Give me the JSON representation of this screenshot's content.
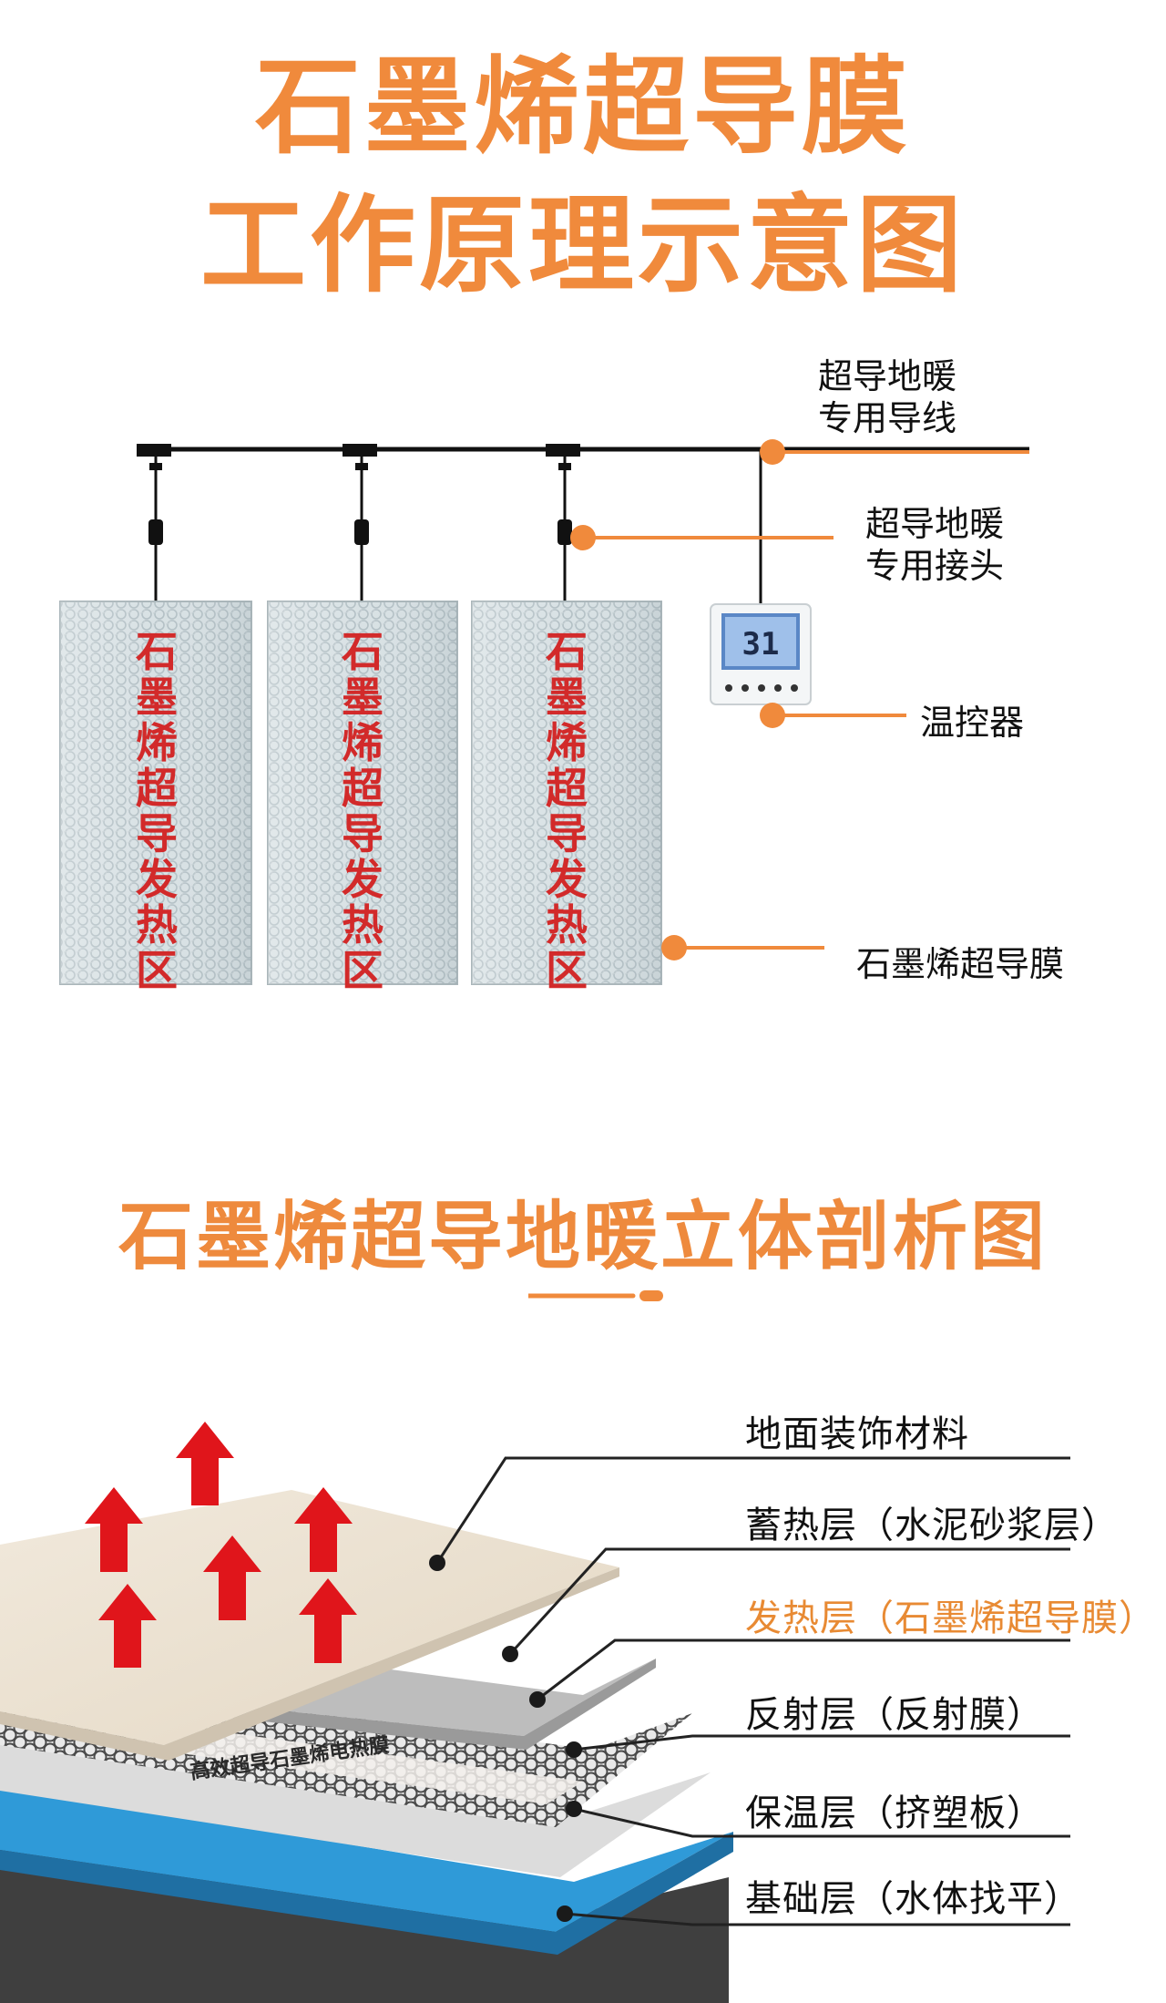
{
  "title": {
    "line1": "石墨烯超导膜",
    "line2": "工作原理示意图"
  },
  "principle": {
    "panels": [
      {
        "text": "石墨烯超导发热区"
      },
      {
        "text": "石墨烯超导发热区"
      },
      {
        "text": "石墨烯超导发热区"
      }
    ],
    "thermostat_display": "31",
    "labels": {
      "wire": [
        "超导地暖",
        "专用导线"
      ],
      "connector": [
        "超导地暖",
        "专用接头"
      ],
      "thermostat": "温控器",
      "film": "石墨烯超导膜"
    }
  },
  "section": {
    "title": "石墨烯超导地暖立体剖析图",
    "layers": [
      {
        "label": "地面装饰材料",
        "highlight": false
      },
      {
        "label": "蓄热层（水泥砂浆层）",
        "highlight": false
      },
      {
        "label": "发热层（石墨烯超导膜）",
        "highlight": true
      },
      {
        "label": "反射层（反射膜）",
        "highlight": false
      },
      {
        "label": "保温层（挤塑板）",
        "highlight": false
      },
      {
        "label": "基础层（水体找平）",
        "highlight": false
      }
    ],
    "film_print": "高效超导石墨烯电热膜"
  },
  "colors": {
    "accent": "#f08a3c",
    "panel_text": "#d22a2a",
    "arrow": "#e0151b",
    "insulation": "#2f9ad8"
  }
}
